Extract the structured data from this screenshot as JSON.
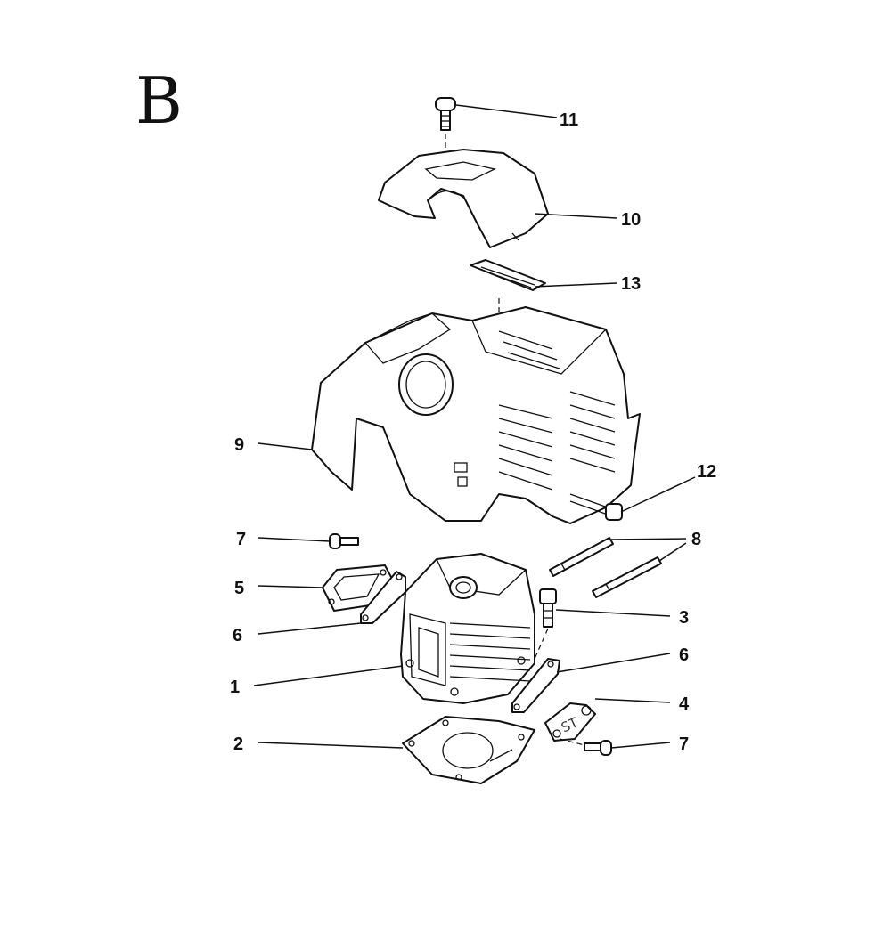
{
  "section": {
    "letter": "B"
  },
  "stamp_text": "ST",
  "callouts": [
    {
      "id": "11",
      "label": "11"
    },
    {
      "id": "10",
      "label": "10"
    },
    {
      "id": "13",
      "label": "13"
    },
    {
      "id": "9",
      "label": "9"
    },
    {
      "id": "12",
      "label": "12"
    },
    {
      "id": "7a",
      "label": "7"
    },
    {
      "id": "8",
      "label": "8"
    },
    {
      "id": "5",
      "label": "5"
    },
    {
      "id": "3",
      "label": "3"
    },
    {
      "id": "6a",
      "label": "6"
    },
    {
      "id": "6b",
      "label": "6"
    },
    {
      "id": "1",
      "label": "1"
    },
    {
      "id": "4",
      "label": "4"
    },
    {
      "id": "2",
      "label": "2"
    },
    {
      "id": "7b",
      "label": "7"
    }
  ]
}
